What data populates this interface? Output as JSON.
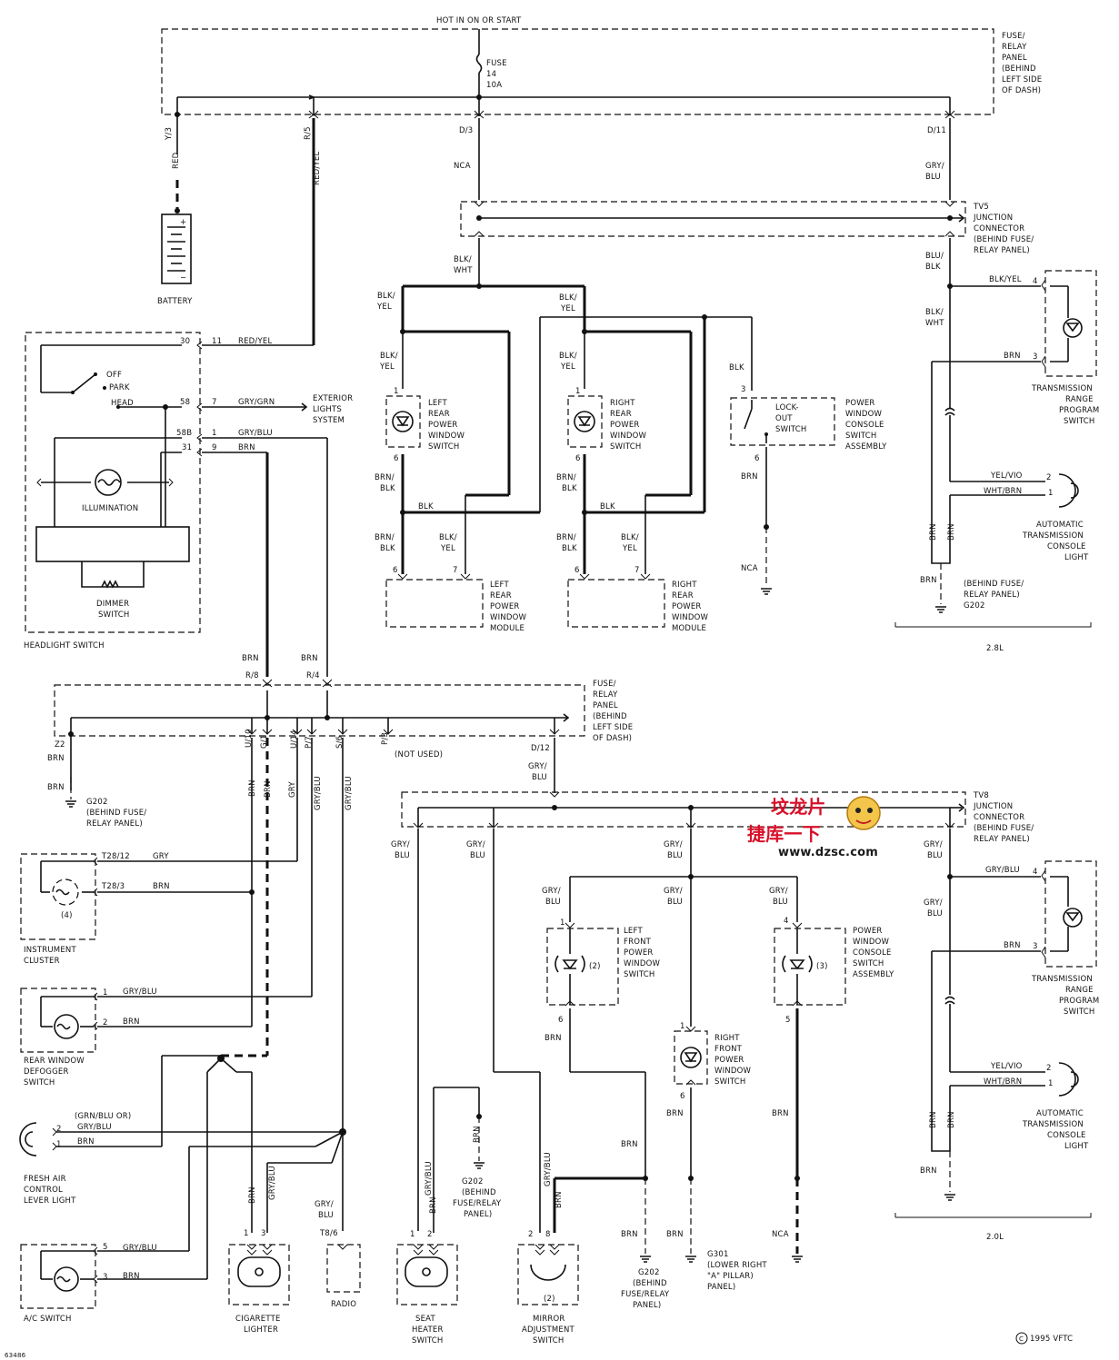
{
  "top": {
    "hot_label": "HOT IN ON OR START",
    "fuse_label": "FUSE",
    "fuse_num": "14",
    "fuse_amp": "10A"
  },
  "fuse_panel_top": [
    "FUSE/",
    "RELAY",
    "PANEL",
    "(BEHIND",
    "LEFT SIDE",
    "OF DASH)"
  ],
  "fuse_panel_mid": [
    "FUSE/",
    "RELAY",
    "PANEL",
    "(BEHIND",
    "LEFT SIDE",
    "OF DASH)"
  ],
  "pins_top": {
    "y3": "Y/3",
    "r5": "R/5",
    "d3": "D/3",
    "d11": "D/11"
  },
  "battery": {
    "label": "BATTERY",
    "wire": "RED"
  },
  "wires_top": {
    "red_yel": "RED/YEL",
    "nca": "NCA",
    "gry_blu": "GRY/",
    "gry_blu2": "BLU",
    "blk_wht1": "BLK/",
    "blk_wht2": "WHT",
    "blu_blk1": "BLU/",
    "blu_blk2": "BLK"
  },
  "tv5": [
    "TV5",
    "JUNCTION",
    "CONNECTOR",
    "(BEHIND FUSE/",
    "RELAY PANEL)"
  ],
  "tv8": [
    "TV8",
    "JUNCTION",
    "CONNECTOR",
    "(BEHIND FUSE/",
    "RELAY PANEL)"
  ],
  "headlight": {
    "label": "HEADLIGHT SWITCH",
    "off": "OFF",
    "park": "PARK",
    "head": "HEAD",
    "pin30": "30",
    "pin58": "58",
    "pin58b": "58B",
    "pin31": "31",
    "c11": "11",
    "c7": "7",
    "c1": "1",
    "c9": "9",
    "w_redyel": "RED/YEL",
    "w_grygrn": "GRY/GRN",
    "w_gryblu": "GRY/BLU",
    "w_brn": "BRN",
    "illum": "ILLUMINATION",
    "dimmer1": "DIMMER",
    "dimmer2": "SWITCH"
  },
  "exterior": [
    "EXTERIOR",
    "LIGHTS",
    "SYSTEM"
  ],
  "lr_switch": [
    "LEFT",
    "REAR",
    "POWER",
    "WINDOW",
    "SWITCH"
  ],
  "rr_switch": [
    "RIGHT",
    "REAR",
    "POWER",
    "WINDOW",
    "SWITCH"
  ],
  "lr_module": [
    "LEFT",
    "REAR",
    "POWER",
    "WINDOW",
    "MODULE"
  ],
  "rr_module": [
    "RIGHT",
    "REAR",
    "POWER",
    "WINDOW",
    "MODULE"
  ],
  "lockout": [
    "LOCK-",
    "OUT",
    "SWITCH"
  ],
  "pwc_assembly": [
    "POWER",
    "WINDOW",
    "CONSOLE",
    "SWITCH",
    "ASSEMBLY"
  ],
  "trp_switch": [
    "TRANSMISSION",
    "RANGE",
    "PROGRAM",
    "SWITCH"
  ],
  "atc_light": [
    "AUTOMATIC",
    "TRANSMISSION",
    "CONSOLE",
    "LIGHT"
  ],
  "g202_a": [
    "(BEHIND FUSE/",
    "RELAY PANEL)",
    "G202"
  ],
  "engine_28": "2.8L",
  "engine_20": "2.0L",
  "mid_pins": {
    "r8": "R/8",
    "r4": "R/4",
    "z2": "Z2",
    "u10": "U/10",
    "g1": "G/1",
    "u14": "U/14",
    "p7": "P/7",
    "s6": "S/6",
    "p3": "P/3",
    "d12": "D/12",
    "not_used": "(NOT USED)"
  },
  "g202_b": [
    "G202",
    "(BEHIND FUSE/",
    "RELAY PANEL)"
  ],
  "instrument": {
    "label1": "INSTRUMENT",
    "label2": "CLUSTER",
    "t1": "T28/12",
    "t2": "T28/3",
    "w1": "GRY",
    "w2": "BRN",
    "n": "(4)"
  },
  "defogger": {
    "label": [
      "REAR WINDOW",
      "DEFOGGER",
      "SWITCH"
    ],
    "p1": "1",
    "p2": "2",
    "w1": "GRY/BLU",
    "w2": "BRN"
  },
  "fresh_air": {
    "label": [
      "FRESH AIR",
      "CONTROL",
      "LEVER LIGHT"
    ],
    "w0": "(GRN/BLU OR)",
    "w1": "GRY/BLU",
    "w2": "BRN"
  },
  "ac_switch": {
    "label": "A/C SWITCH",
    "p5": "5",
    "p3": "3",
    "w1": "GRY/BLU",
    "w2": "BRN"
  },
  "cig": [
    "CIGARETTE",
    "LIGHTER"
  ],
  "radio": {
    "label": "RADIO",
    "pin": "T8/6"
  },
  "seat": [
    "SEAT",
    "HEATER",
    "SWITCH"
  ],
  "g202_c": [
    "G202",
    "(BEHIND",
    "FUSE/RELAY",
    "PANEL)"
  ],
  "mirror": [
    "MIRROR",
    "ADJUSTMENT",
    "SWITCH"
  ],
  "g202_d": [
    "G202",
    "(BEHIND",
    "FUSE/RELAY",
    "PANEL)"
  ],
  "g301": [
    "G301",
    "(LOWER RIGHT",
    "\"A\" PILLAR)",
    "PANEL)"
  ],
  "lf_switch": [
    "LEFT",
    "FRONT",
    "POWER",
    "WINDOW",
    "SWITCH"
  ],
  "rf_switch": [
    "RIGHT",
    "FRONT",
    "POWER",
    "WINDOW",
    "SWITCH"
  ],
  "copyright": "1995 VFTC",
  "ref": "63486",
  "watermark": {
    "cn1": "捷库一下",
    "cn0": "坟龙片",
    "url": "www.dzsc.com"
  }
}
